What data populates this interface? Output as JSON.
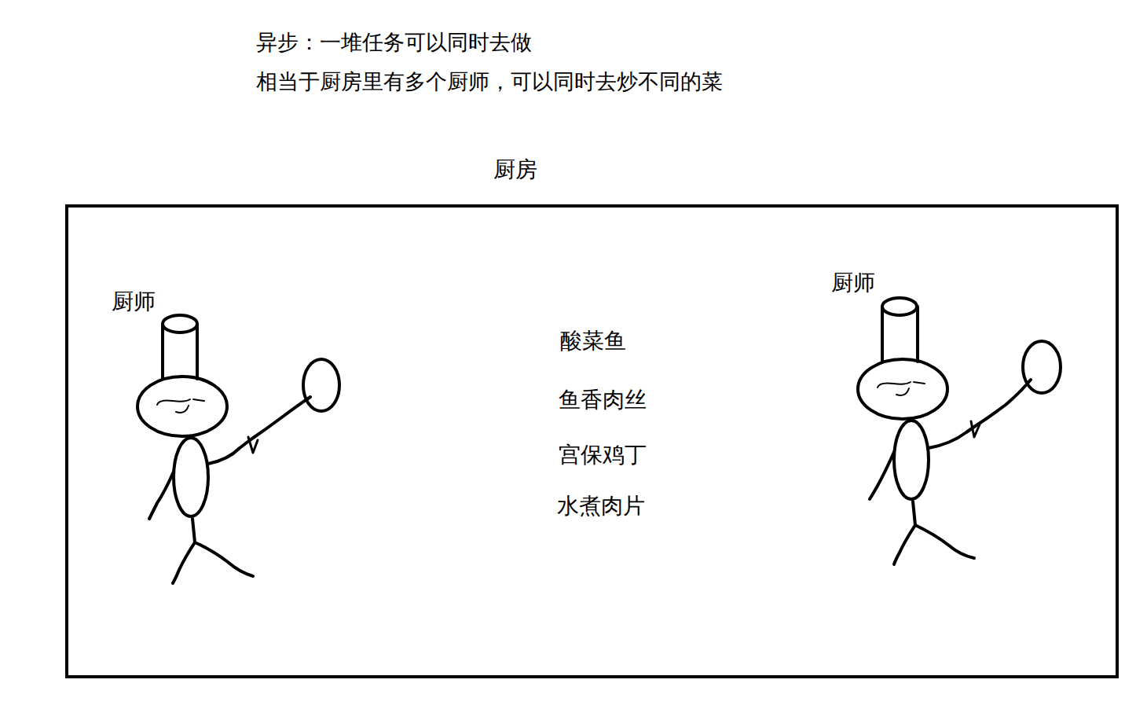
{
  "diagram": {
    "title": "异步：一堆任务可以同时去做",
    "nodes": [
      {
        "text": [
          "厨房"
        ]
      }
    ],
    "labels": [
      "相当于厨房里有多个厨师，可以同时去炒不同的菜",
      "厨师",
      "厨师",
      "酸菜鱼",
      "鱼香肉丝",
      "宫保鸡丁",
      "水煮肉片"
    ]
  }
}
